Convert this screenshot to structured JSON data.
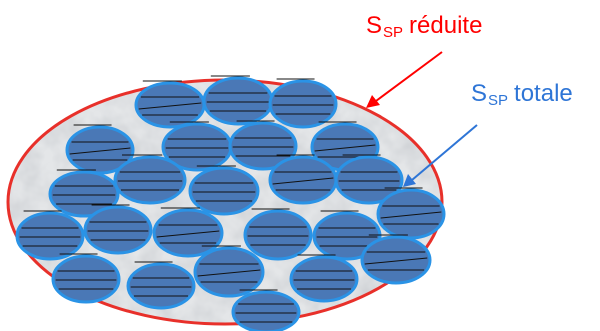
{
  "labels": {
    "reduite": {
      "symbol": "S",
      "subscript": "SP",
      "text": "réduite",
      "color": "#ff0000"
    },
    "totale": {
      "symbol": "S",
      "subscript": "SP",
      "text": "totale",
      "color": "#2e75d6"
    }
  },
  "colors": {
    "outer_ellipse_stroke": "#e8302a",
    "outer_ellipse_fill": "#e4e6e8",
    "particle_fill": "#4a78b6",
    "particle_stroke": "#2a93e6",
    "particle_lines": "#111111"
  }
}
